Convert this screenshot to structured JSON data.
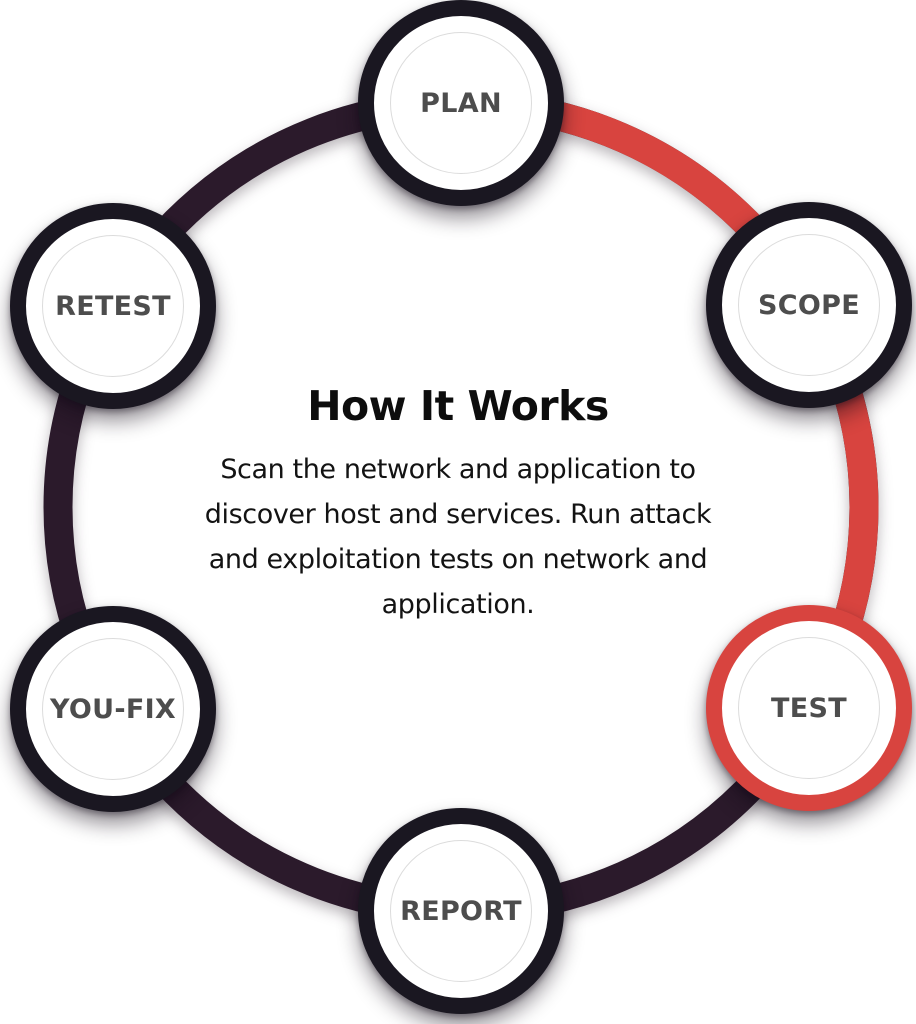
{
  "colors": {
    "accent_red": "#d8443f",
    "ring_dark": "#2b1a2b",
    "node_border": "#1a1721",
    "node_fill": "#ffffff",
    "inner_ring": "#dcdcdc",
    "label_text": "#4d4d4d",
    "title_text": "#0d0d0d",
    "body_text": "#131313",
    "background": "#ffffff"
  },
  "center": {
    "title": "How It Works",
    "description": "Scan the network and application to discover host and services. Run attack and exploitation tests on network and application.",
    "description_lines": [
      "Scan the network and application to",
      "discover host and services. Run attack",
      "and exploitation tests on network and",
      "application."
    ]
  },
  "nodes": [
    {
      "id": "plan",
      "label": "PLAN",
      "active": false
    },
    {
      "id": "scope",
      "label": "SCOPE",
      "active": false
    },
    {
      "id": "test",
      "label": "TEST",
      "active": true
    },
    {
      "id": "report",
      "label": "REPORT",
      "active": false
    },
    {
      "id": "you-fix",
      "label": "YOU-FIX",
      "active": false
    },
    {
      "id": "retest",
      "label": "RETEST",
      "active": false
    }
  ]
}
